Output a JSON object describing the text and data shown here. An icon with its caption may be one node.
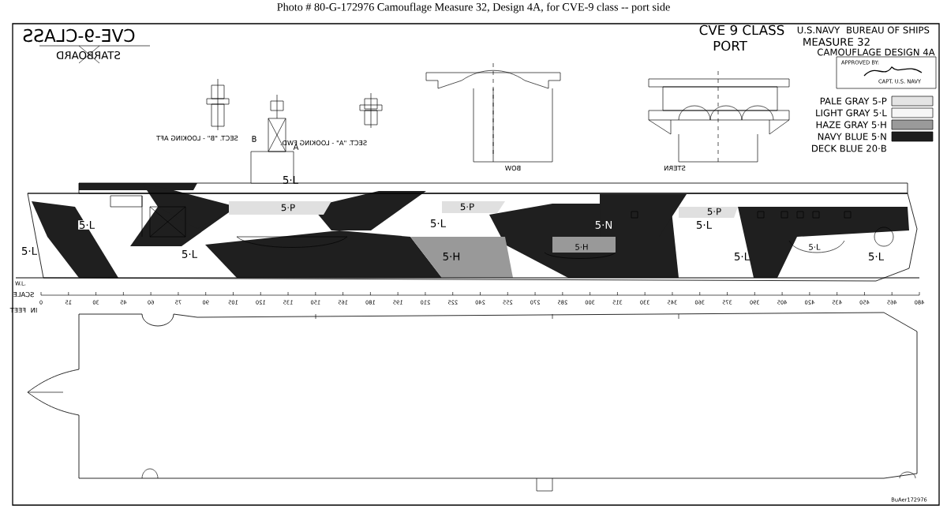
{
  "diagram": {
    "title": "Photo # 80-G-172976     Camouflage Measure 32, Design 4A, for CVE-9 class -- port side",
    "labels": [
      "CVE-9-CLASS",
      "STARBOARD",
      "CVE 9 CLASS",
      "U.S.NAVY",
      "BUREAU OF SHIPS",
      "PORT",
      "MEASURE 32",
      "CAMOUFLAGE DESIGN 4A",
      "APPROVED BY:",
      "CAPT. U.S. NAVY",
      "SECT. \"B\" - LOOKING AFT",
      "SECT. \"A\" - LOOKING FWD.",
      "B",
      "A",
      "BOW",
      "STERN",
      "5·L",
      "5·L",
      "5·P",
      "5·P",
      "5·P",
      "5·L",
      "5·N",
      "5·L",
      "5·L",
      "5·L",
      "5·H",
      "5·H",
      "5·L",
      "5·L",
      "5·L",
      "W.L.",
      "SCALE IN FEET",
      "0",
      "15",
      "30",
      "45",
      "60",
      "75",
      "90",
      "105",
      "120",
      "135",
      "150",
      "165",
      "180",
      "195",
      "210",
      "225",
      "240",
      "255",
      "270",
      "285",
      "300",
      "315",
      "330",
      "345",
      "360",
      "375",
      "390",
      "405",
      "420",
      "435",
      "450",
      "465",
      "480",
      "BuAer172976"
    ],
    "legend": [
      {
        "text": "PALE GRAY 5-P",
        "color": "#e4e4e4"
      },
      {
        "text": "LIGHT GRAY 5·L",
        "color": "#f6f6f6"
      },
      {
        "text": "HAZE GRAY 5·H",
        "color": "#9a9a9a"
      },
      {
        "text": "NAVY BLUE 5·N",
        "color": "#1e1e1e"
      },
      {
        "text": "DECK BLUE 20·B"
      }
    ]
  }
}
